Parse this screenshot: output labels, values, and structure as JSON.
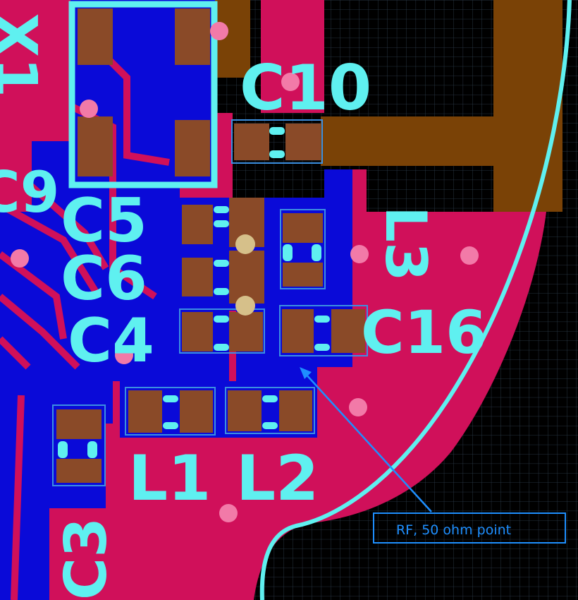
{
  "labels": {
    "c10": "C10",
    "c9": "C9",
    "c5": "C5",
    "c6": "C6",
    "c4": "C4",
    "c16": "C16",
    "l3": "L3",
    "l1": "L1",
    "l2": "L2",
    "c3": "C3",
    "x1": "X1"
  },
  "annotation": {
    "text": "RF, 50 ohm point"
  },
  "colors": {
    "background": "#000000",
    "grid": "#2f3f4f",
    "copper_bottom": "#0a0ad8",
    "copper_top": "#d0105a",
    "pad": "#8a4a28",
    "silkscreen": "#5ff0f0",
    "annotation": "#1e8fff",
    "antenna_trace": "#7a4206"
  }
}
